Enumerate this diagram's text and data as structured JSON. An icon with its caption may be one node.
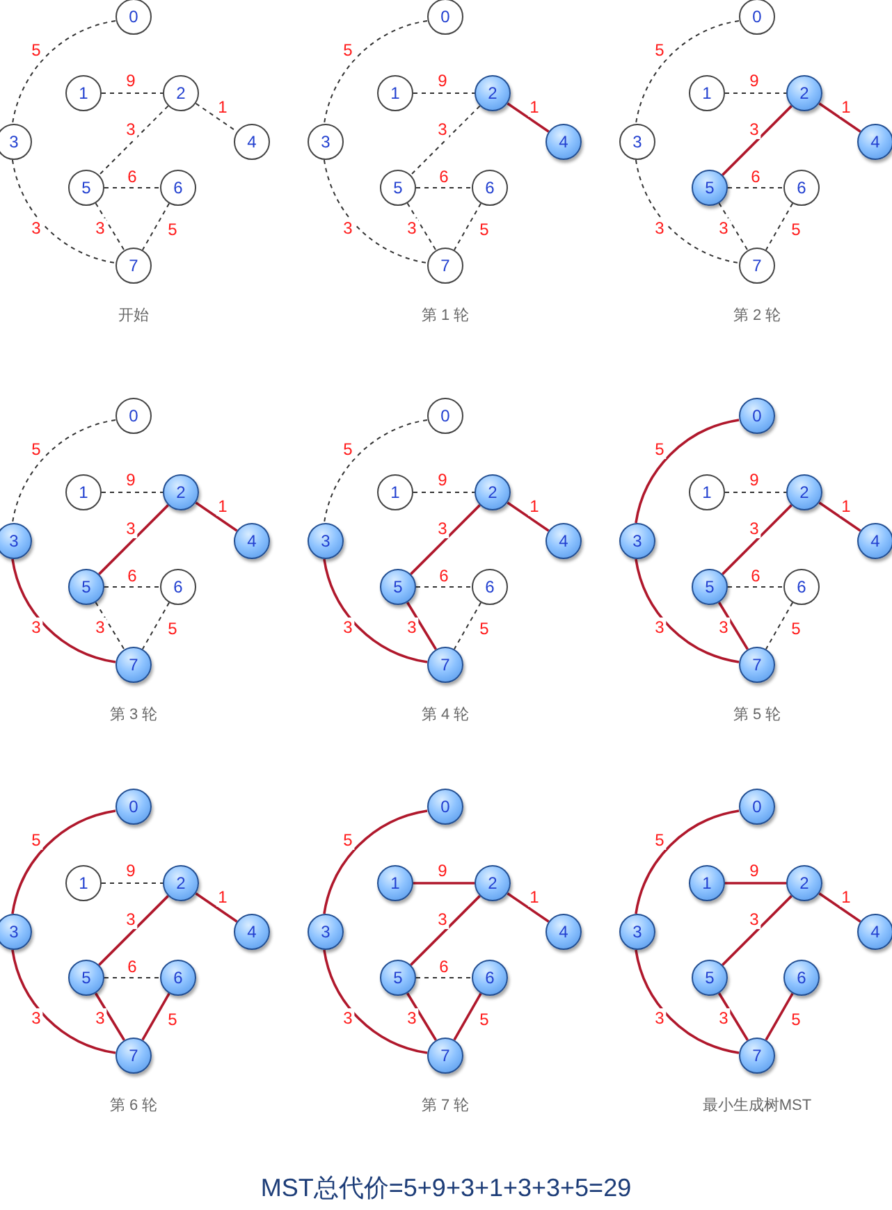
{
  "diagram": {
    "caption": "MST总代价=5+9+3+1+3+3+5=29",
    "nodes": [
      {
        "text": [
          "0"
        ]
      },
      {
        "text": [
          "1"
        ]
      },
      {
        "text": [
          "2"
        ]
      },
      {
        "text": [
          "3"
        ]
      },
      {
        "text": [
          "4"
        ]
      },
      {
        "text": [
          "5"
        ]
      },
      {
        "text": [
          "6"
        ]
      },
      {
        "text": [
          "7"
        ]
      },
      {
        "text": [
          "0"
        ]
      },
      {
        "text": [
          "1"
        ]
      },
      {
        "text": [
          "2"
        ]
      },
      {
        "text": [
          "3"
        ]
      },
      {
        "text": [
          "4"
        ]
      },
      {
        "text": [
          "5"
        ]
      },
      {
        "text": [
          "6"
        ]
      },
      {
        "text": [
          "7"
        ]
      },
      {
        "text": [
          "0"
        ]
      },
      {
        "text": [
          "1"
        ]
      },
      {
        "text": [
          "2"
        ]
      },
      {
        "text": [
          "3"
        ]
      },
      {
        "text": [
          "4"
        ]
      },
      {
        "text": [
          "5"
        ]
      },
      {
        "text": [
          "6"
        ]
      },
      {
        "text": [
          "7"
        ]
      },
      {
        "text": [
          "0"
        ]
      },
      {
        "text": [
          "1"
        ]
      },
      {
        "text": [
          "2"
        ]
      },
      {
        "text": [
          "3"
        ]
      },
      {
        "text": [
          "4"
        ]
      },
      {
        "text": [
          "5"
        ]
      },
      {
        "text": [
          "6"
        ]
      },
      {
        "text": [
          "7"
        ]
      },
      {
        "text": [
          "0"
        ]
      },
      {
        "text": [
          "1"
        ]
      },
      {
        "text": [
          "2"
        ]
      },
      {
        "text": [
          "3"
        ]
      },
      {
        "text": [
          "4"
        ]
      },
      {
        "text": [
          "5"
        ]
      },
      {
        "text": [
          "6"
        ]
      },
      {
        "text": [
          "7"
        ]
      },
      {
        "text": [
          "0"
        ]
      },
      {
        "text": [
          "1"
        ]
      },
      {
        "text": [
          "2"
        ]
      },
      {
        "text": [
          "3"
        ]
      },
      {
        "text": [
          "4"
        ]
      },
      {
        "text": [
          "5"
        ]
      },
      {
        "text": [
          "6"
        ]
      },
      {
        "text": [
          "7"
        ]
      },
      {
        "text": [
          "0"
        ]
      },
      {
        "text": [
          "1"
        ]
      },
      {
        "text": [
          "2"
        ]
      },
      {
        "text": [
          "3"
        ]
      },
      {
        "text": [
          "4"
        ]
      },
      {
        "text": [
          "5"
        ]
      },
      {
        "text": [
          "6"
        ]
      },
      {
        "text": [
          "7"
        ]
      },
      {
        "text": [
          "0"
        ]
      },
      {
        "text": [
          "1"
        ]
      },
      {
        "text": [
          "2"
        ]
      },
      {
        "text": [
          "3"
        ]
      },
      {
        "text": [
          "4"
        ]
      },
      {
        "text": [
          "5"
        ]
      },
      {
        "text": [
          "6"
        ]
      },
      {
        "text": [
          "7"
        ]
      },
      {
        "text": [
          "0"
        ]
      },
      {
        "text": [
          "1"
        ]
      },
      {
        "text": [
          "2"
        ]
      },
      {
        "text": [
          "3"
        ]
      },
      {
        "text": [
          "4"
        ]
      },
      {
        "text": [
          "5"
        ]
      },
      {
        "text": [
          "6"
        ]
      },
      {
        "text": [
          "7"
        ]
      }
    ],
    "edges": [
      {
        "from": 0,
        "to": 3,
        "arrow": "none",
        "label": "5",
        "style": "dashed"
      },
      {
        "from": 1,
        "to": 2,
        "arrow": "none",
        "label": "9",
        "style": "dashed"
      },
      {
        "from": 2,
        "to": 4,
        "arrow": "none",
        "label": "1",
        "style": "dashed"
      },
      {
        "from": 2,
        "to": 5,
        "arrow": "none",
        "label": "3",
        "style": "dashed"
      },
      {
        "from": 5,
        "to": 6,
        "arrow": "none",
        "label": "6",
        "style": "dashed"
      },
      {
        "from": 3,
        "to": 7,
        "arrow": "none",
        "label": "3",
        "style": "dashed"
      },
      {
        "from": 5,
        "to": 7,
        "arrow": "none",
        "label": "3",
        "style": "dashed"
      },
      {
        "from": 6,
        "to": 7,
        "arrow": "none",
        "label": "5",
        "style": "dashed"
      },
      {
        "from": 8,
        "to": 11,
        "arrow": "none",
        "label": "5",
        "style": "dashed"
      },
      {
        "from": 9,
        "to": 10,
        "arrow": "none",
        "label": "9",
        "style": "dashed"
      },
      {
        "from": 10,
        "to": 12,
        "arrow": "none",
        "label": "1",
        "color": "#b0182c"
      },
      {
        "from": 10,
        "to": 13,
        "arrow": "none",
        "label": "3",
        "style": "dashed"
      },
      {
        "from": 13,
        "to": 14,
        "arrow": "none",
        "label": "6",
        "style": "dashed"
      },
      {
        "from": 11,
        "to": 15,
        "arrow": "none",
        "label": "3",
        "style": "dashed"
      },
      {
        "from": 13,
        "to": 15,
        "arrow": "none",
        "label": "3",
        "style": "dashed"
      },
      {
        "from": 14,
        "to": 15,
        "arrow": "none",
        "label": "5",
        "style": "dashed"
      },
      {
        "from": 16,
        "to": 19,
        "arrow": "none",
        "label": "5",
        "style": "dashed"
      },
      {
        "from": 17,
        "to": 18,
        "arrow": "none",
        "label": "9",
        "style": "dashed"
      },
      {
        "from": 18,
        "to": 20,
        "arrow": "none",
        "label": "1",
        "color": "#b0182c"
      },
      {
        "from": 18,
        "to": 21,
        "arrow": "none",
        "label": "3",
        "color": "#b0182c"
      },
      {
        "from": 21,
        "to": 22,
        "arrow": "none",
        "label": "6",
        "style": "dashed"
      },
      {
        "from": 19,
        "to": 23,
        "arrow": "none",
        "label": "3",
        "style": "dashed"
      },
      {
        "from": 21,
        "to": 23,
        "arrow": "none",
        "label": "3",
        "style": "dashed"
      },
      {
        "from": 22,
        "to": 23,
        "arrow": "none",
        "label": "5",
        "style": "dashed"
      },
      {
        "from": 24,
        "to": 27,
        "arrow": "none",
        "label": "5",
        "style": "dashed"
      },
      {
        "from": 25,
        "to": 26,
        "arrow": "none",
        "label": "9",
        "style": "dashed"
      },
      {
        "from": 26,
        "to": 28,
        "arrow": "none",
        "label": "1",
        "color": "#b0182c"
      },
      {
        "from": 26,
        "to": 29,
        "arrow": "none",
        "label": "3",
        "color": "#b0182c"
      },
      {
        "from": 29,
        "to": 30,
        "arrow": "none",
        "label": "6",
        "style": "dashed"
      },
      {
        "from": 27,
        "to": 31,
        "arrow": "none",
        "label": "3",
        "color": "#b0182c"
      },
      {
        "from": 29,
        "to": 31,
        "arrow": "none",
        "label": "3",
        "style": "dashed"
      },
      {
        "from": 30,
        "to": 31,
        "arrow": "none",
        "label": "5",
        "style": "dashed"
      },
      {
        "from": 32,
        "to": 35,
        "arrow": "none",
        "label": "5",
        "style": "dashed"
      },
      {
        "from": 33,
        "to": 34,
        "arrow": "none",
        "label": "9",
        "style": "dashed"
      },
      {
        "from": 34,
        "to": 36,
        "arrow": "none",
        "label": "1",
        "color": "#b0182c"
      },
      {
        "from": 34,
        "to": 37,
        "arrow": "none",
        "label": "3",
        "color": "#b0182c"
      },
      {
        "from": 37,
        "to": 38,
        "arrow": "none",
        "label": "6",
        "style": "dashed"
      },
      {
        "from": 35,
        "to": 39,
        "arrow": "none",
        "label": "3",
        "color": "#b0182c"
      },
      {
        "from": 37,
        "to": 39,
        "arrow": "none",
        "label": "3",
        "color": "#b0182c"
      },
      {
        "from": 38,
        "to": 39,
        "arrow": "none",
        "label": "5",
        "style": "dashed"
      },
      {
        "from": 40,
        "to": 43,
        "arrow": "none",
        "label": "5",
        "color": "#b0182c"
      },
      {
        "from": 41,
        "to": 42,
        "arrow": "none",
        "label": "9",
        "style": "dashed"
      },
      {
        "from": 42,
        "to": 44,
        "arrow": "none",
        "label": "1",
        "color": "#b0182c"
      },
      {
        "from": 42,
        "to": 45,
        "arrow": "none",
        "label": "3",
        "color": "#b0182c"
      },
      {
        "from": 45,
        "to": 46,
        "arrow": "none",
        "label": "6",
        "style": "dashed"
      },
      {
        "from": 43,
        "to": 47,
        "arrow": "none",
        "label": "3",
        "color": "#b0182c"
      },
      {
        "from": 45,
        "to": 47,
        "arrow": "none",
        "label": "3",
        "color": "#b0182c"
      },
      {
        "from": 46,
        "to": 47,
        "arrow": "none",
        "label": "5",
        "style": "dashed"
      },
      {
        "from": 48,
        "to": 51,
        "arrow": "none",
        "label": "5",
        "color": "#b0182c"
      },
      {
        "from": 49,
        "to": 50,
        "arrow": "none",
        "label": "9",
        "style": "dashed"
      },
      {
        "from": 50,
        "to": 52,
        "arrow": "none",
        "label": "1",
        "color": "#b0182c"
      },
      {
        "from": 50,
        "to": 53,
        "arrow": "none",
        "label": "3",
        "color": "#b0182c"
      },
      {
        "from": 53,
        "to": 54,
        "arrow": "none",
        "label": "6",
        "style": "dashed"
      },
      {
        "from": 51,
        "to": 55,
        "arrow": "none",
        "label": "3",
        "color": "#b0182c"
      },
      {
        "from": 53,
        "to": 55,
        "arrow": "none",
        "label": "3",
        "color": "#b0182c"
      },
      {
        "from": 54,
        "to": 55,
        "arrow": "none",
        "label": "5",
        "color": "#b0182c"
      },
      {
        "from": 56,
        "to": 59,
        "arrow": "none",
        "label": "5",
        "color": "#b0182c"
      },
      {
        "from": 57,
        "to": 58,
        "arrow": "none",
        "label": "9",
        "color": "#b0182c"
      },
      {
        "from": 58,
        "to": 60,
        "arrow": "none",
        "label": "1",
        "color": "#b0182c"
      },
      {
        "from": 58,
        "to": 61,
        "arrow": "none",
        "label": "3",
        "color": "#b0182c"
      },
      {
        "from": 61,
        "to": 62,
        "arrow": "none",
        "label": "6",
        "style": "dashed"
      },
      {
        "from": 59,
        "to": 63,
        "arrow": "none",
        "label": "3",
        "color": "#b0182c"
      },
      {
        "from": 61,
        "to": 63,
        "arrow": "none",
        "label": "3",
        "color": "#b0182c"
      },
      {
        "from": 62,
        "to": 63,
        "arrow": "none",
        "label": "5",
        "color": "#b0182c"
      },
      {
        "from": 64,
        "to": 67,
        "arrow": "none",
        "label": "5",
        "color": "#b0182c"
      },
      {
        "from": 65,
        "to": 66,
        "arrow": "none",
        "label": "9",
        "color": "#b0182c"
      },
      {
        "from": 66,
        "to": 68,
        "arrow": "none",
        "label": "1",
        "color": "#b0182c"
      },
      {
        "from": 66,
        "to": 69,
        "arrow": "none",
        "label": "3",
        "color": "#b0182c"
      },
      {
        "from": 67,
        "to": 71,
        "arrow": "none",
        "label": "3",
        "color": "#b0182c"
      },
      {
        "from": 69,
        "to": 71,
        "arrow": "none",
        "label": "3",
        "color": "#b0182c"
      },
      {
        "from": 70,
        "to": 71,
        "arrow": "none",
        "label": "5",
        "color": "#b0182c"
      }
    ],
    "labels": [
      "开始",
      "第 1 轮",
      "第 2 轮",
      "第 3 轮",
      "第 4 轮",
      "第 5 轮",
      "第 6 轮",
      "第 7 轮",
      "最小生成树MST"
    ]
  }
}
